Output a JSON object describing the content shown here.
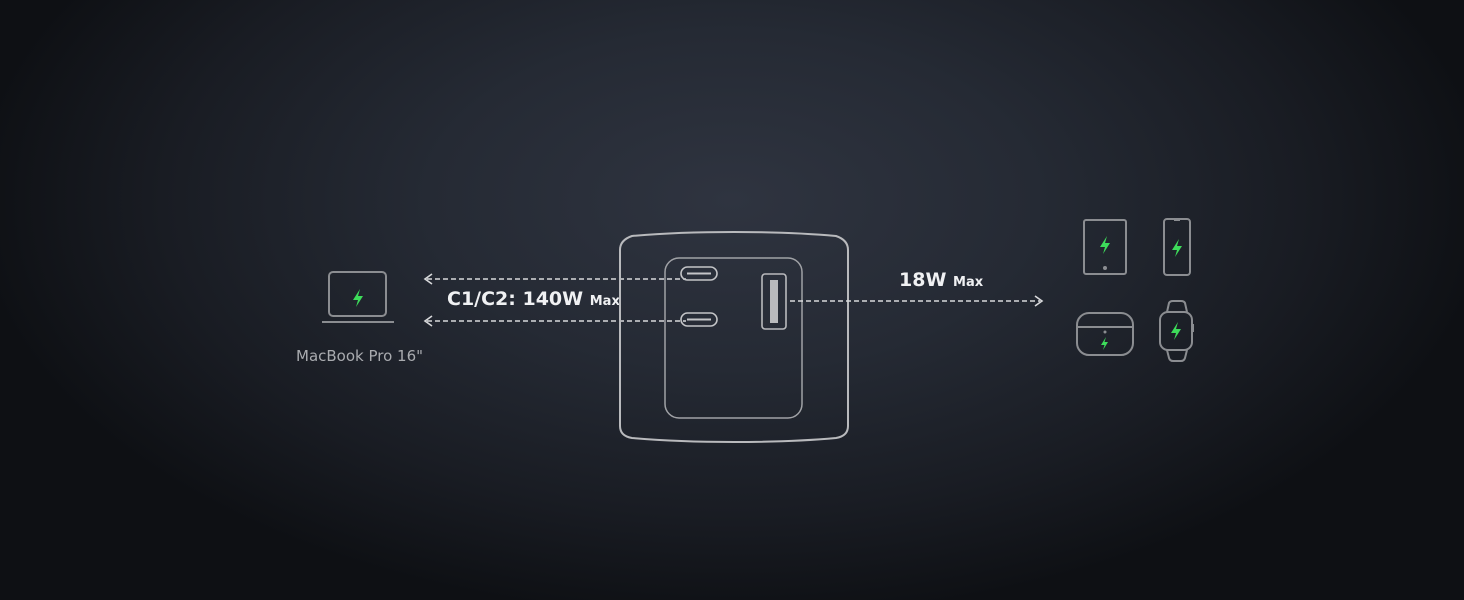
{
  "left": {
    "device_name": "MacBook Pro 16\"",
    "port_label": "C1/C2: 140W",
    "port_suffix": "Max"
  },
  "right": {
    "port_label": "18W",
    "port_suffix": "Max",
    "devices": [
      "tablet",
      "phone",
      "earbuds-case",
      "watch"
    ]
  },
  "charger": {
    "ports": [
      "USB-C 1",
      "USB-C 2",
      "USB-A"
    ]
  },
  "colors": {
    "accent": "#3ddc5a",
    "stroke": "#b9babd"
  }
}
